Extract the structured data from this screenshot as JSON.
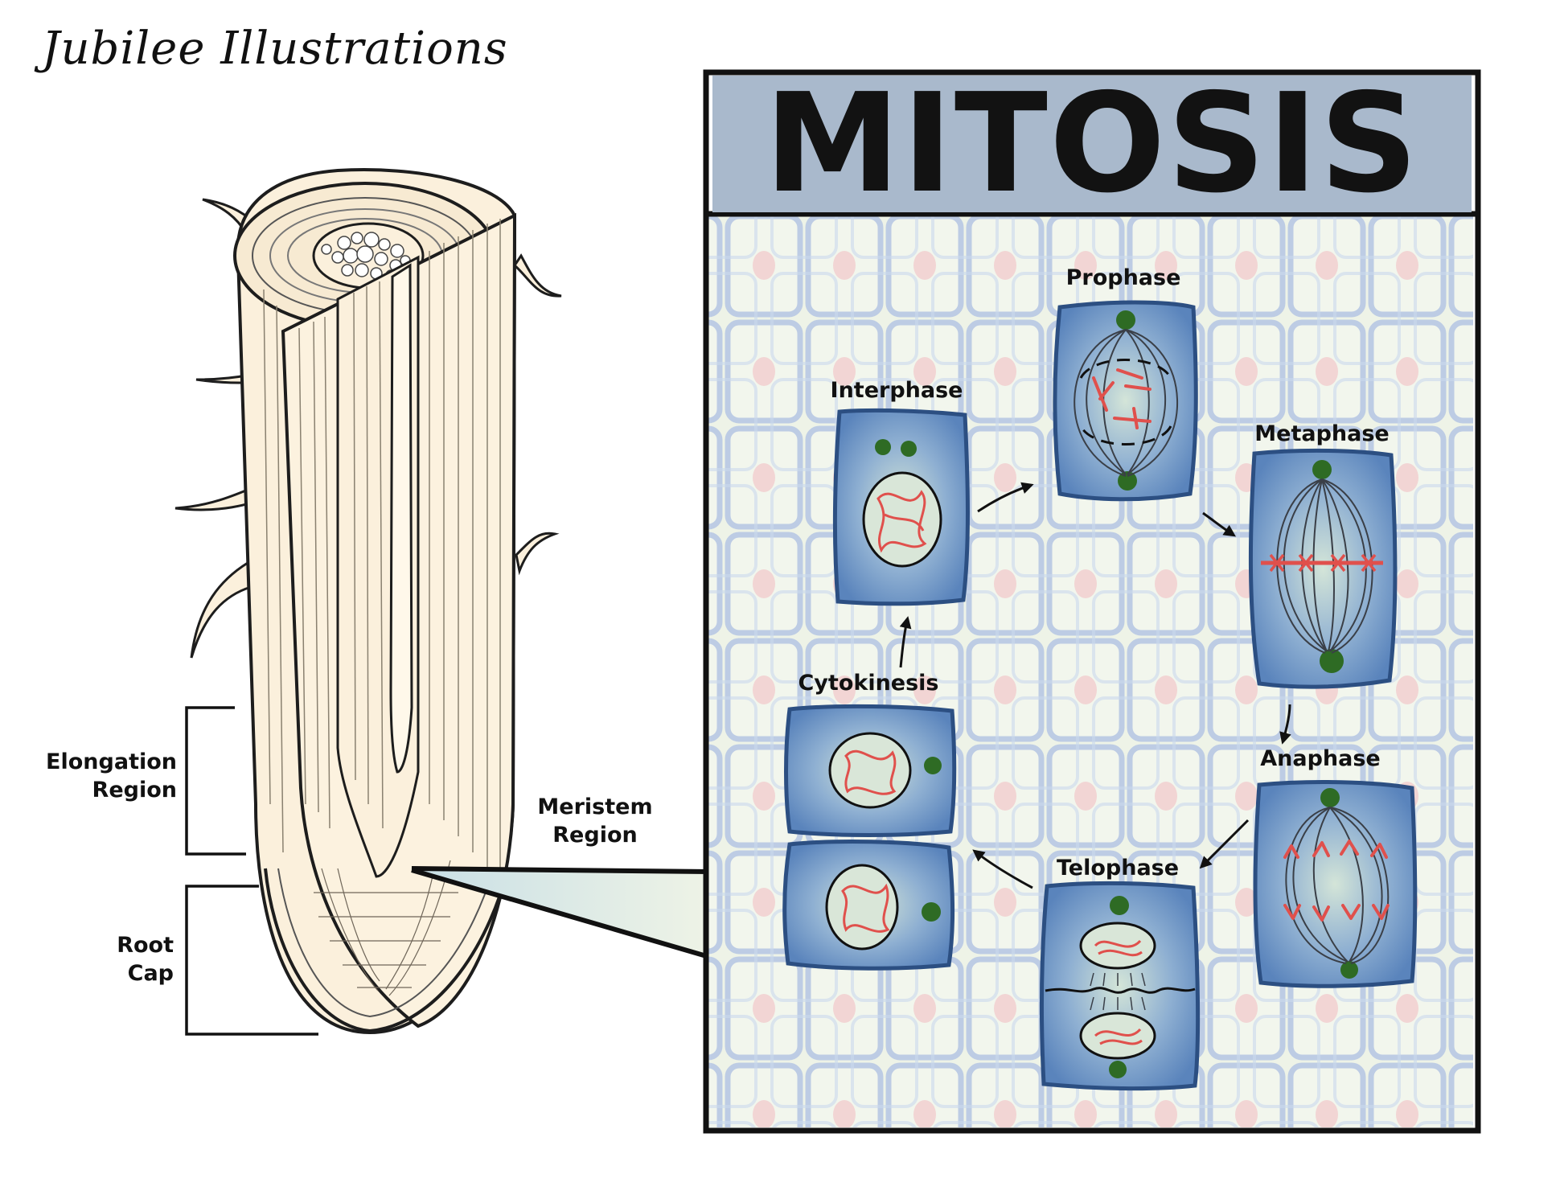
{
  "credit": "Jubilee Illustrations",
  "title": "MITOSIS",
  "root_labels": {
    "elongation": "Elongation\nRegion",
    "root_cap": "Root\nCap",
    "meristem": "Meristem\nRegion"
  },
  "phases": {
    "interphase": "Interphase",
    "prophase": "Prophase",
    "metaphase": "Metaphase",
    "anaphase": "Anaphase",
    "telophase": "Telophase",
    "cytokinesis": "Cytokinesis"
  },
  "colors": {
    "cell_fill": "#5b86bd",
    "cell_center": "#cfe0dc",
    "cell_border": "#2c4f82",
    "centriole": "#2e6b24",
    "chromosome": "#e0504c",
    "fiber": "#3a3f47",
    "root_fill": "#fbf0dc",
    "title_band": "#a9b9cc"
  }
}
